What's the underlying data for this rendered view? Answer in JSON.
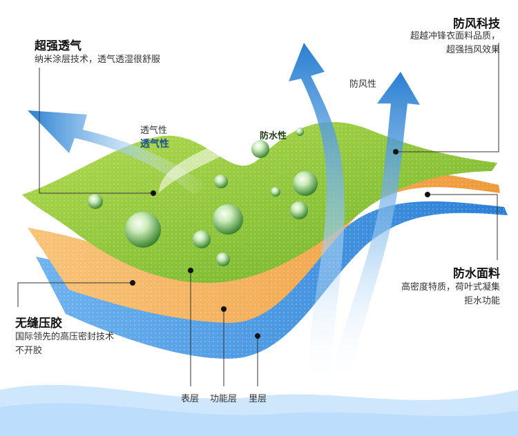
{
  "features": {
    "breathable": {
      "title": "超强透气",
      "desc": "纳米涂层技术，透气透湿很舒服"
    },
    "windproof": {
      "title": "防风科技",
      "desc_lines": [
        "超越冲锋衣面料品质，",
        "超强挡风效果"
      ]
    },
    "waterproof": {
      "title": "防水面料",
      "desc_lines": [
        "高密度特质，荷叶式凝集",
        "拒水功能"
      ]
    },
    "seamless": {
      "title": "无缝压胶",
      "desc_lines": [
        "国际领先的高压密封技术",
        "不开胶"
      ]
    }
  },
  "annotations": {
    "breathability_1": "透气性",
    "breathability_2": "透气性",
    "waterproofness": "防水性",
    "windproofness": "防风性"
  },
  "layers": [
    "表层",
    "功能层",
    "里层"
  ],
  "colors": {
    "outer_layer": "#8cc63f",
    "function_layer": "#f4a950",
    "inner_layer": "#3d8fe0",
    "arrow": "#2f86d6",
    "callout_line": "#333333",
    "wave": "#bfe0fb"
  }
}
